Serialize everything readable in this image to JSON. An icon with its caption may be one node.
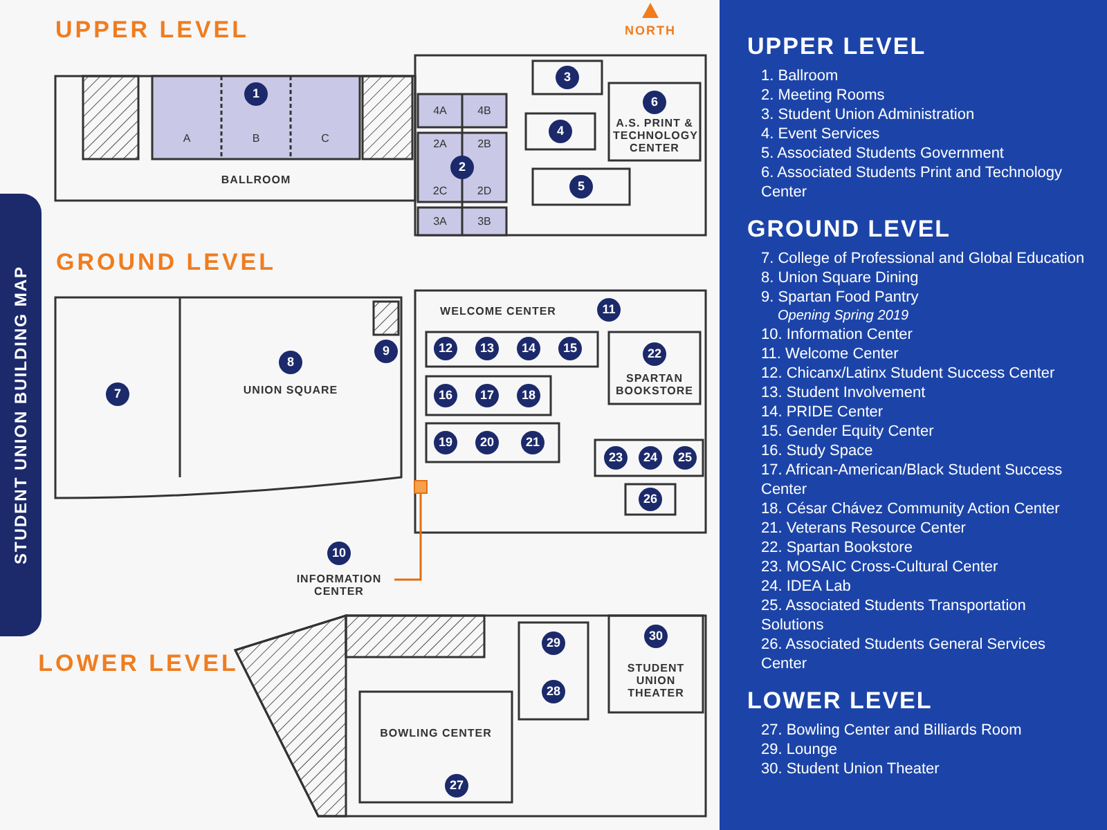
{
  "diagram": {
    "nodes": [
      {
        "text": [
          "INFORMATION CENTER"
        ]
      },
      {
        "text": [],
        "shape": "box"
      }
    ],
    "edges": [
      {
        "from": 0,
        "to": 1,
        "arrow": "none"
      }
    ],
    "labels": [
      "STUDENT UNION BUILDING MAP",
      "UPPER LEVEL",
      "NORTH",
      "1",
      "A",
      "B",
      "C",
      "BALLROOM",
      "4A",
      "4B",
      "2A",
      "2B",
      "2",
      "2C",
      "2D",
      "3A",
      "3B",
      "3",
      "4",
      "5",
      "6",
      "A.S. PRINT & TECHNOLOGY CENTER",
      "GROUND LEVEL",
      "7",
      "8",
      "UNION SQUARE",
      "9",
      "WELCOME CENTER",
      "11",
      "12",
      "13",
      "14",
      "15",
      "16",
      "17",
      "18",
      "19",
      "20",
      "21",
      "22",
      "SPARTAN BOOKSTORE",
      "23",
      "24",
      "25",
      "26",
      "10",
      "LOWER LEVEL",
      "27",
      "28",
      "29",
      "30",
      "BOWLING CENTER",
      "STUDENT UNION THEATER",
      "UPPER LEVEL",
      "1. Ballroom",
      "2. Meeting Rooms",
      "3. Student Union Administration",
      "4. Event Services",
      "5. Associated Students Government",
      "6. Associated Students Print and Technology Center",
      "GROUND LEVEL",
      "7. College of Professional and Global Education",
      "8. Union Square Dining",
      "9. Spartan Food Pantry",
      "Opening Spring 2019",
      "10. Information Center",
      "11. Welcome Center",
      "12. Chicanx/Latinx Student Success Center",
      "13. Student Involvement",
      "14. PRIDE Center",
      "15. Gender Equity Center",
      "16. Study Space",
      "17. African-American/Black Student Success Center",
      "18. César Chávez Community Action Center",
      "21. Veterans Resource Center",
      "22. Spartan Bookstore",
      "23. MOSAIC Cross-Cultural Center",
      "24. IDEA Lab",
      "25. Associated Students Transportation Solutions",
      "26. Associated Students General Services Center",
      "LOWER LEVEL",
      "27. Bowling Center and Billiards Room",
      "29. Lounge",
      "30. Student Union Theater"
    ]
  }
}
